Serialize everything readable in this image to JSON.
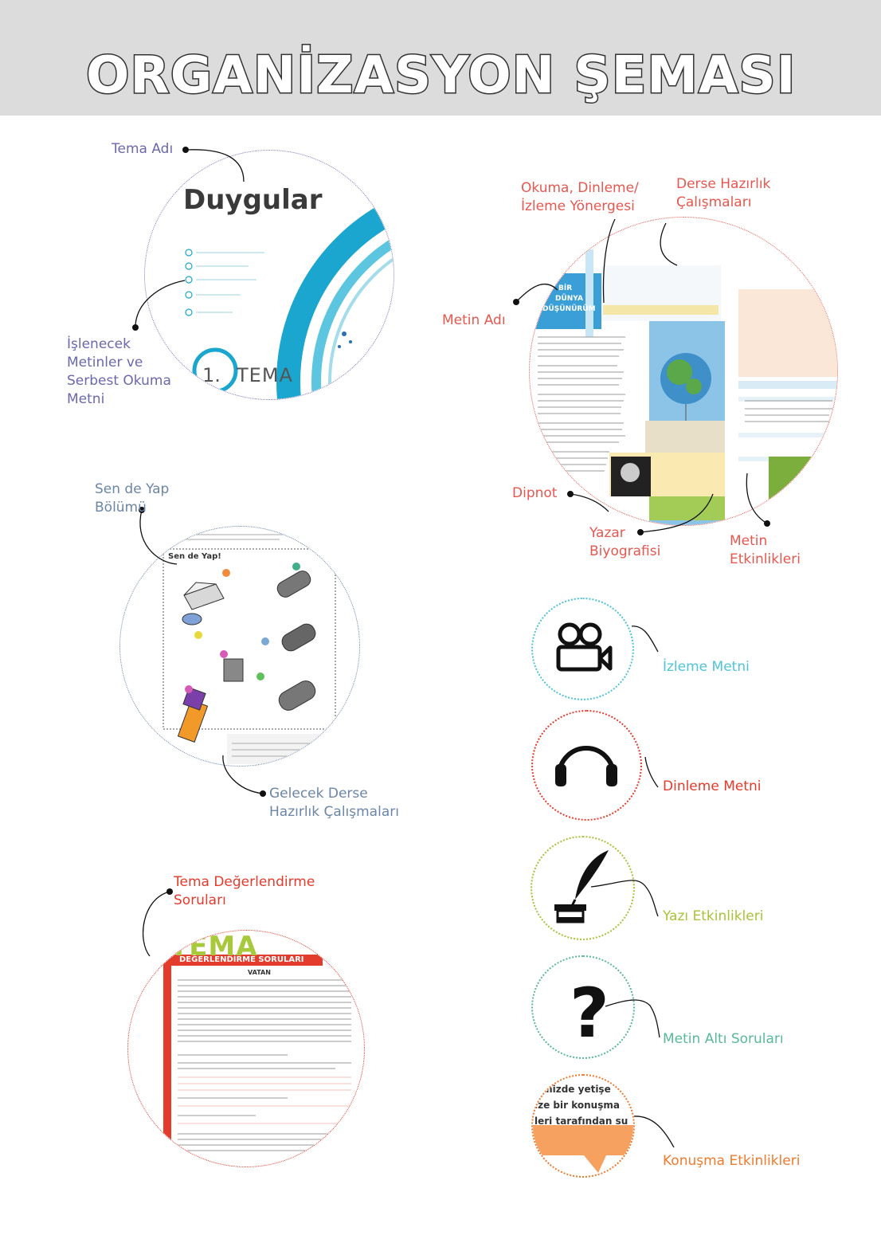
{
  "header": {
    "title": "ORGANİZASYON ŞEMASI"
  },
  "labels": {
    "tema_adi": "Tema Adı",
    "islenecek": [
      "İşlenecek",
      "Metinler ve",
      "Serbest Okuma",
      "Metni"
    ],
    "okuma_dinleme": [
      "Okuma, Dinleme/",
      "İzleme Yönergesi"
    ],
    "derse_hazirlik": [
      "Derse Hazırlık",
      "Çalışmaları"
    ],
    "metin_adi": "Metin Adı",
    "dipnot": "Dipnot",
    "yazar_biyografisi": [
      "Yazar",
      "Biyografisi"
    ],
    "metin_etkinlikleri": [
      "Metin",
      "Etkinlikleri"
    ],
    "sen_de_yap": [
      "Sen de Yap",
      "Bölümü"
    ],
    "gelecek_derse": [
      "Gelecek Derse",
      "Hazırlık Çalışmaları"
    ],
    "tema_degerlendirme": [
      "Tema Değerlendirme",
      "Soruları"
    ],
    "izleme_metni": "İzleme Metni",
    "dinleme_metni": "Dinleme Metni",
    "yazi_etkinlikleri": "Yazı Etkinlikleri",
    "metin_alti": "Metin Altı Soruları",
    "konusma": "Konuşma Etkinlikleri"
  },
  "samples": {
    "duygular": "Duygular",
    "tema_no": "1.",
    "tema_word": "TEMA",
    "bir_dunya": [
      "BİR",
      "DÜNYA",
      "DÜŞÜNÜRÜM"
    ],
    "sen_de_yap_title": "Sen de Yap!",
    "tema_big": "TEMA",
    "degerlendirme_bar": "DEĞERLENDİRME SORULARI",
    "vatan": "VATAN",
    "speech_lines": [
      "imizde yetişe",
      "ize bir konuşma",
      "leri tarafından su"
    ]
  },
  "colors": {
    "lavender": "#7b78c0",
    "red": "#e33b2c",
    "cyan": "#4fc3d9",
    "lime": "#a8c33a",
    "teal": "#59b99b",
    "orange": "#f7a161"
  }
}
